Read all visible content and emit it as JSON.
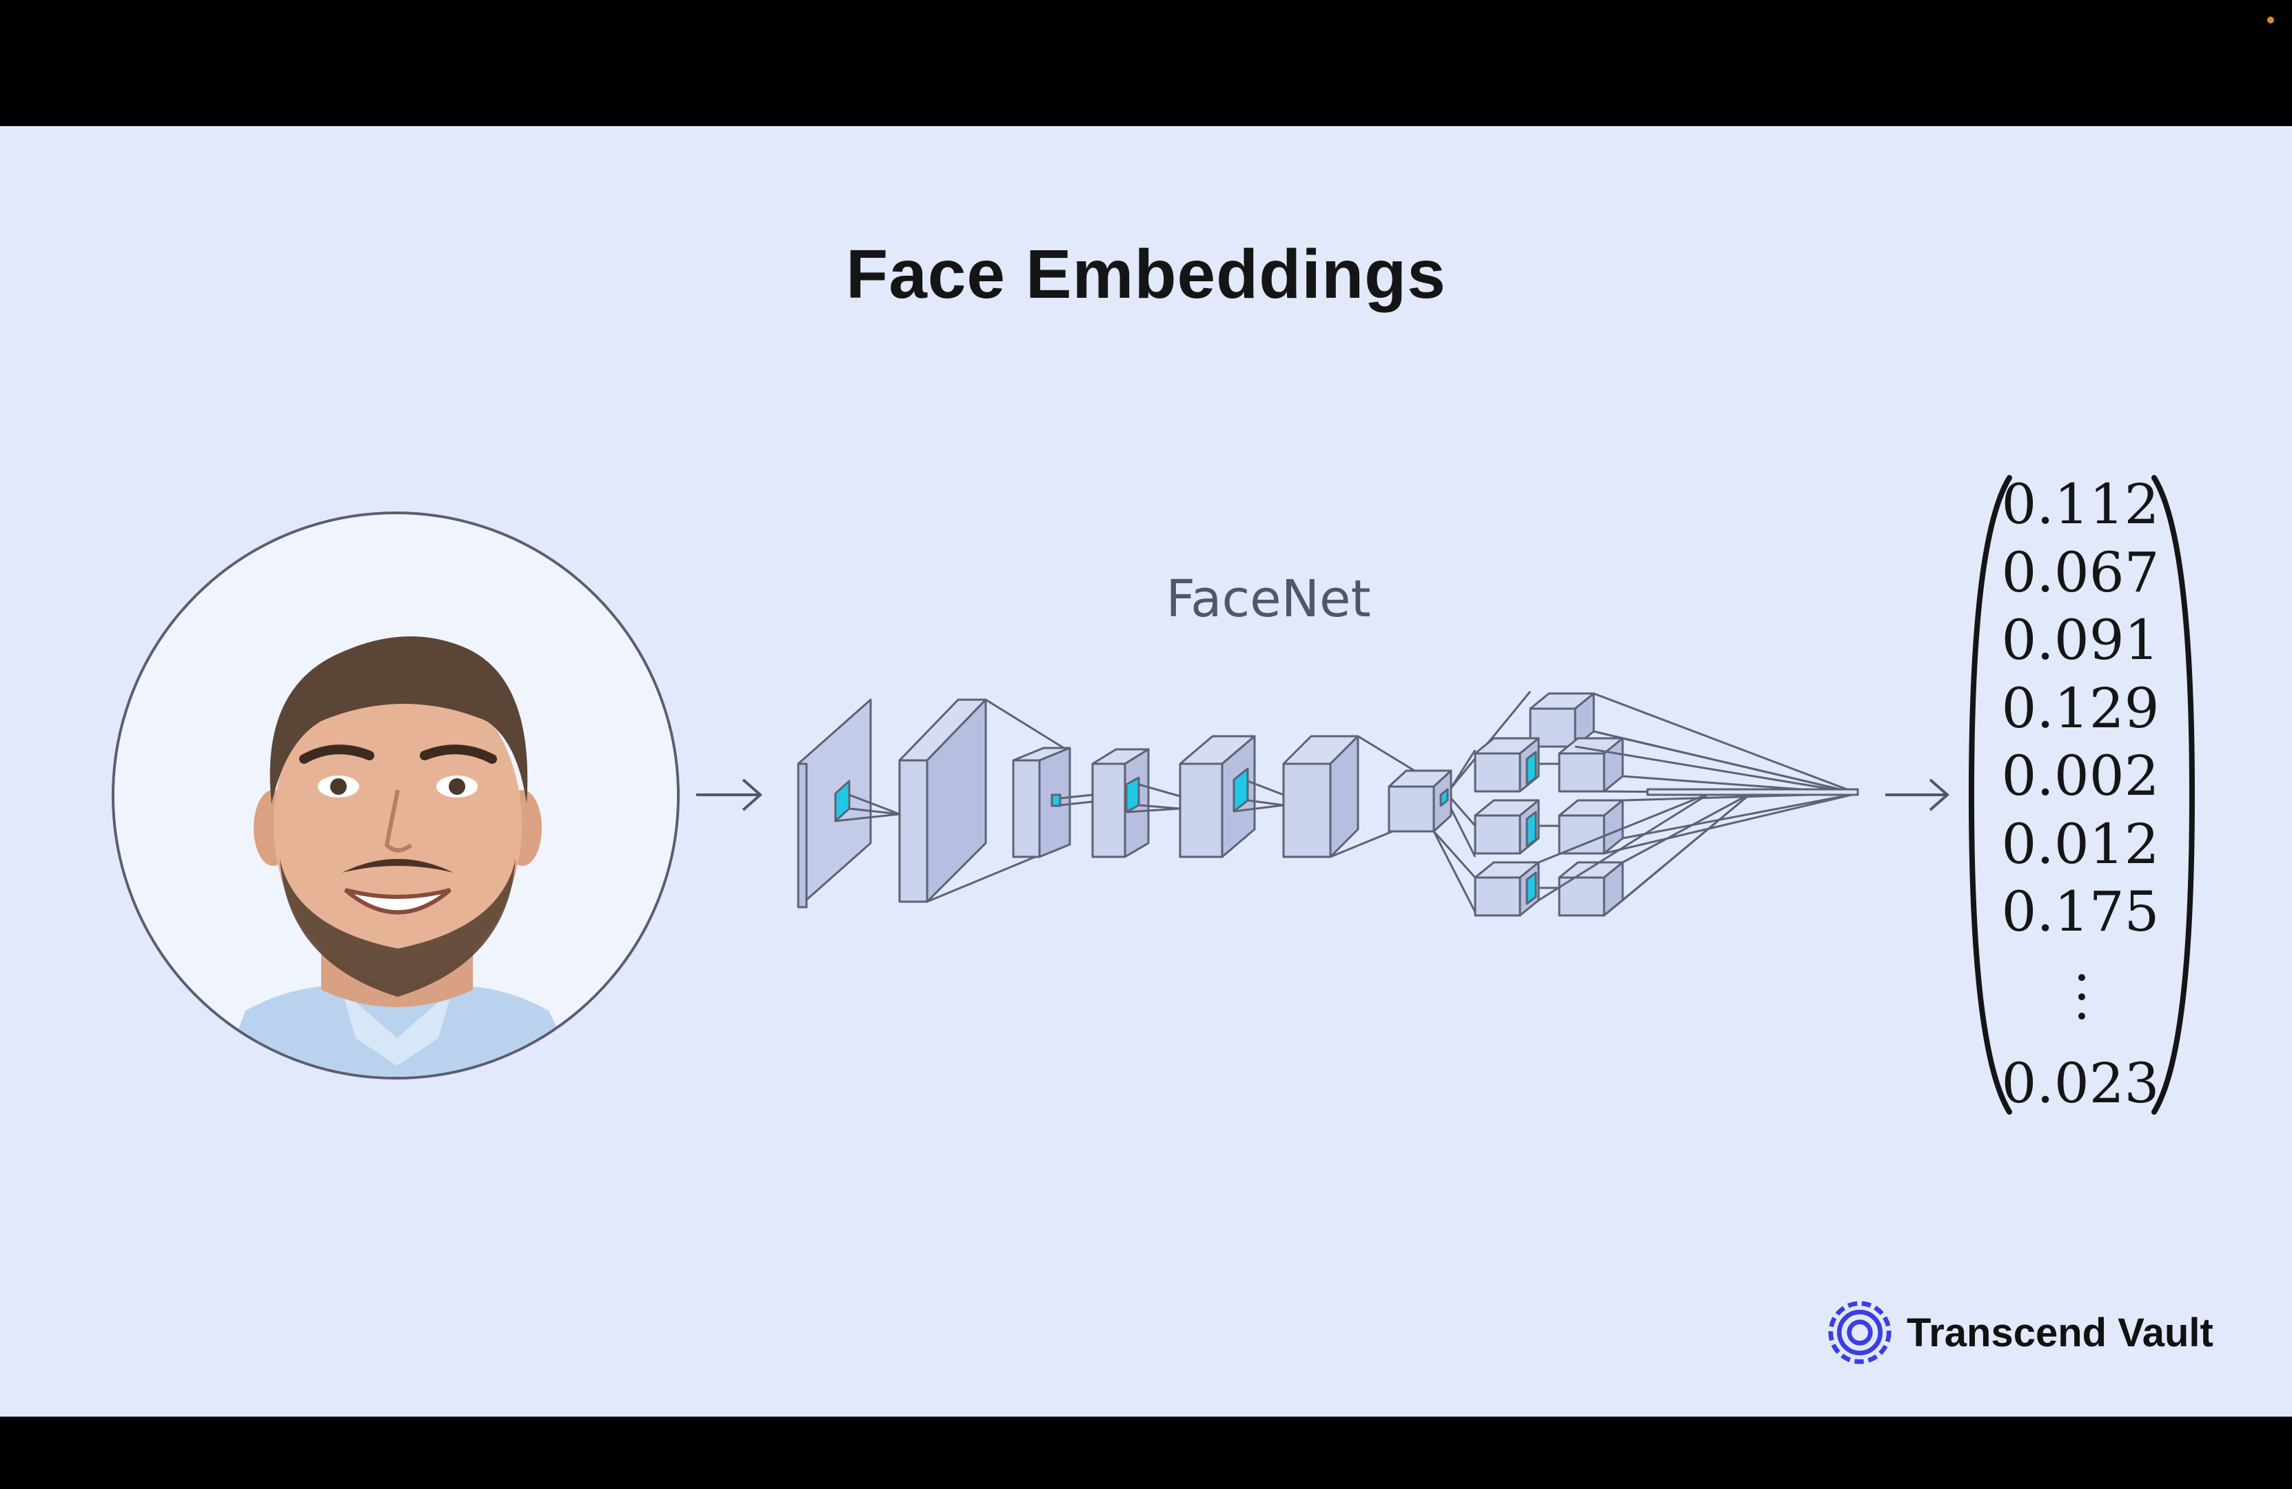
{
  "slide": {
    "title": "Face Embeddings",
    "network_label": "FaceNet",
    "embedding_values": [
      "0.112",
      "0.067",
      "0.091",
      "0.129",
      "0.002",
      "0.012",
      "0.175"
    ],
    "embedding_last": "0.023",
    "brand_name": "Transcend Vault"
  },
  "colors": {
    "slide_background": "#e1e9fa",
    "block_fill": "#ccd3ee",
    "block_stroke": "#5e6276",
    "filter_highlight": "#1ec8e6",
    "brand_accent": "#3b3ee0"
  }
}
